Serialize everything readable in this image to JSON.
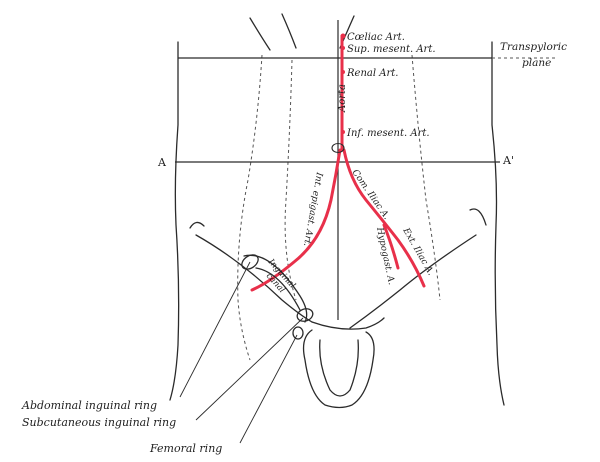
{
  "labels": {
    "coeliac": "Cœliac Art.",
    "sup_mesent": "Sup. mesent. Art.",
    "renal": "Renal Art.",
    "aorta": "Aorta",
    "inf_mesent": "Inf. mesent. Art.",
    "transpyloric_1": "Transpyloric",
    "transpyloric_2": "plane",
    "plane_left": "A",
    "plane_right": "A'",
    "int_epigast": "Int. epigast. Art.",
    "com_iliac": "Com. Iliac A.",
    "hypogast": "Hypogast. A.",
    "ext_iliac": "Ext. Iliac A.",
    "inguinal_canal_1": "Inguinal",
    "inguinal_canal_2": "canal",
    "abdominal_ring": "Abdominal inguinal ring",
    "subcutaneous_ring": "Subcutaneous inguinal ring",
    "femoral_ring": "Femoral ring"
  },
  "colors": {
    "artery": "#e8304a",
    "outline": "#2b2b2b"
  }
}
